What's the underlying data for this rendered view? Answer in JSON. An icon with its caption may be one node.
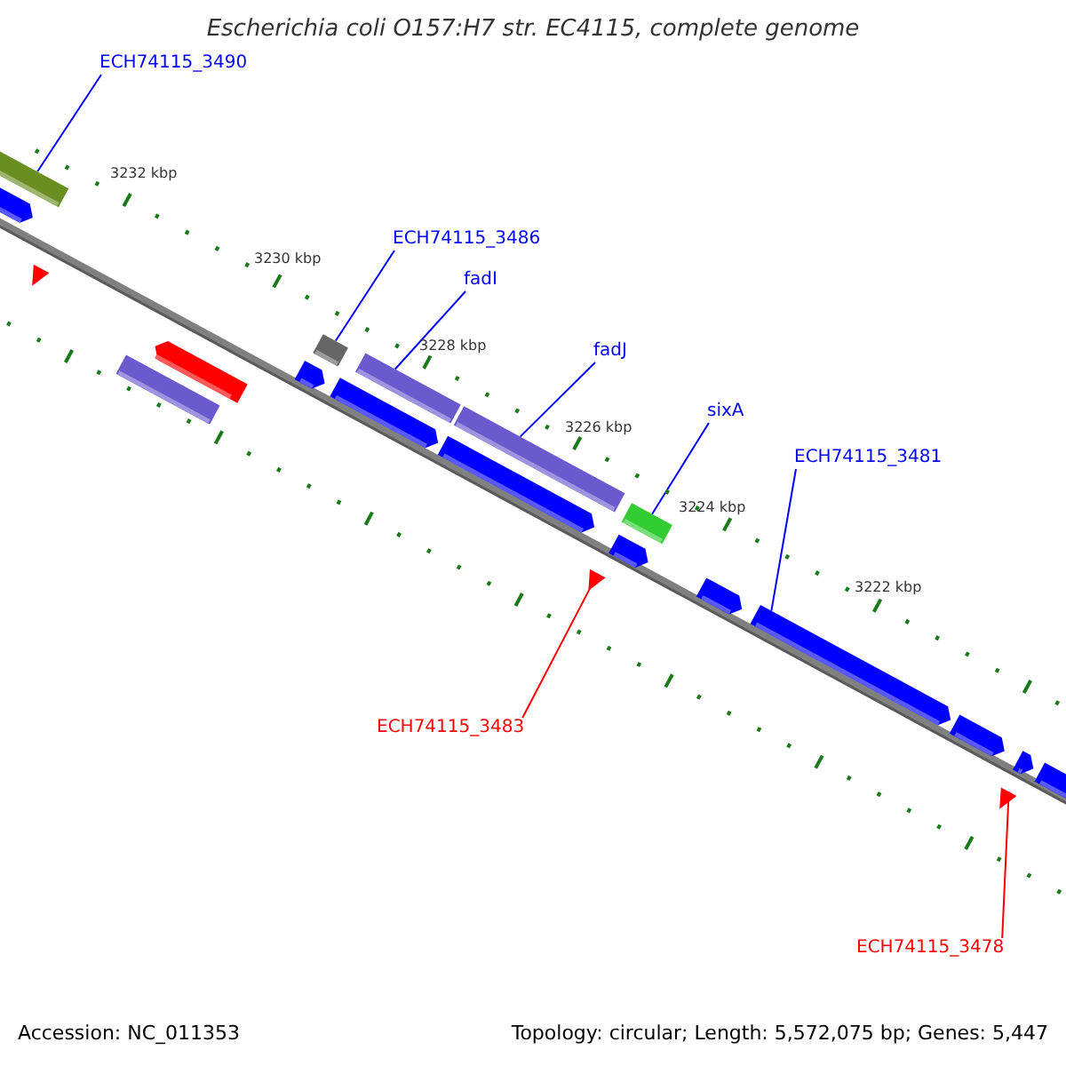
{
  "diagram": {
    "title": "Escherichia coli O157:H7 str. EC4115, complete genome",
    "nodes": [
      {
        "text": [
          "ECH74115_3490"
        ]
      },
      {
        "text": [],
        "shape": "box"
      },
      {
        "text": [
          "ECH74115_3486"
        ]
      },
      {
        "text": [],
        "shape": "box"
      },
      {
        "text": [
          "fadI"
        ]
      },
      {
        "text": [],
        "shape": "box"
      },
      {
        "text": [
          "fadJ"
        ]
      },
      {
        "text": [],
        "shape": "box"
      },
      {
        "text": [
          "sixA"
        ]
      },
      {
        "text": [],
        "shape": "box"
      },
      {
        "text": [
          "ECH74115_3481"
        ]
      },
      {
        "text": [
          "ECH74115_3483"
        ]
      },
      {
        "text": [],
        "shape": "triangle"
      },
      {
        "text": [
          "ECH74115_3478"
        ]
      },
      {
        "text": [],
        "shape": "triangle"
      },
      {
        "text": [],
        "shape": "pentagon"
      },
      {
        "text": [],
        "shape": "triangle"
      },
      {
        "text": [],
        "shape": "box"
      },
      {
        "text": [],
        "shape": "pentagon"
      },
      {
        "text": [],
        "shape": "pentagon"
      },
      {
        "text": [],
        "shape": "pentagon"
      },
      {
        "text": [],
        "shape": "pentagon"
      },
      {
        "text": [],
        "shape": "pentagon"
      },
      {
        "text": [],
        "shape": "pentagon"
      },
      {
        "text": [],
        "shape": "pentagon"
      },
      {
        "text": [],
        "shape": "pentagon"
      },
      {
        "text": [],
        "shape": "pentagon"
      },
      {
        "text": [],
        "shape": "pentagon"
      }
    ],
    "edges": [
      {
        "from": 0,
        "to": 1,
        "arrow": "none"
      },
      {
        "from": 2,
        "to": 3,
        "arrow": "none"
      },
      {
        "from": 4,
        "to": 5,
        "arrow": "none"
      },
      {
        "from": 6,
        "to": 7,
        "arrow": "none"
      },
      {
        "from": 8,
        "to": 9,
        "arrow": "none"
      },
      {
        "from": 10,
        "to": 24,
        "arrow": "none"
      },
      {
        "from": 11,
        "to": 12,
        "arrow": "none",
        "color": "#ff0000"
      },
      {
        "from": 13,
        "to": 14,
        "arrow": "none",
        "color": "#ff0000"
      }
    ],
    "labels": [
      "3232 kbp",
      "3230 kbp",
      "3228 kbp",
      "3226 kbp",
      "3224 kbp",
      "3222 kbp",
      "Accession: NC_011353",
      "Topology: circular; Length: 5,572,075 bp; Genes: 5,447"
    ]
  }
}
